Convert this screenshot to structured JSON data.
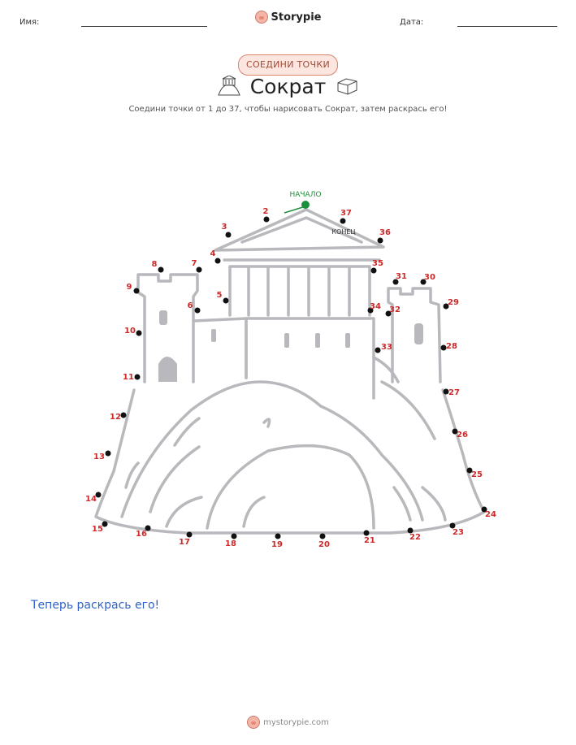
{
  "header": {
    "name_label": "Имя:",
    "date_label": "Дата:",
    "brand": "Storypie"
  },
  "badge": "СОЕДИНИ ТОЧКИ",
  "title": "Сократ",
  "subtitle": "Соедини точки от 1 до 37, чтобы нарисовать Сократ, затем раскрась его!",
  "start_label": "НАЧАЛО",
  "end_label": "КОНЕЦ",
  "dots": [
    "2",
    "3",
    "4",
    "5",
    "6",
    "7",
    "8",
    "9",
    "10",
    "11",
    "12",
    "13",
    "14",
    "15",
    "16",
    "17",
    "18",
    "19",
    "20",
    "21",
    "22",
    "23",
    "24",
    "25",
    "26",
    "27",
    "28",
    "29",
    "30",
    "31",
    "32",
    "33",
    "34",
    "35",
    "36",
    "37"
  ],
  "colors": {
    "dot_number": "#cc2a2a",
    "start": "#1e8f3c",
    "drawing": "#b9b9bd",
    "prompt": "#2f62c9"
  },
  "color_prompt": "Теперь раскрась его!",
  "footer": "mystorypie.com"
}
